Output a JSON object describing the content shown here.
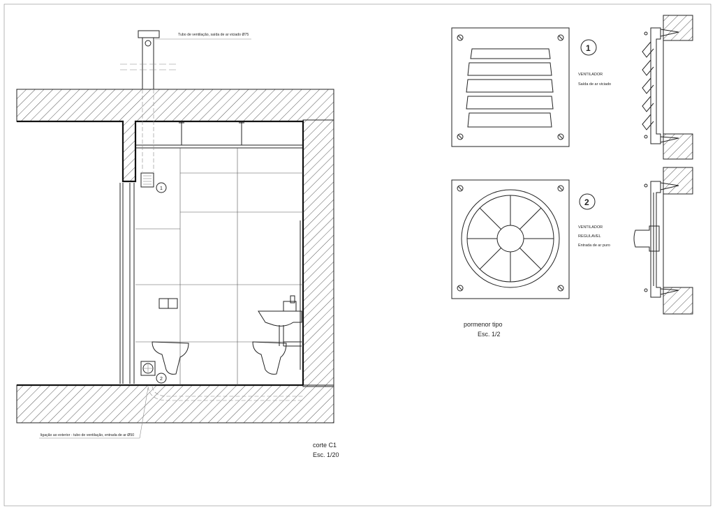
{
  "drawing": {
    "section": {
      "callout_top": "Tubo de ventilação, saída de ar viciado Ø75",
      "callout_bottom": "ligação ao exterior - tubo de ventilação, entrada de ar Ø50",
      "marker_1": "1",
      "marker_2": "2",
      "title": "corte C1",
      "scale": "Esc. 1/20"
    },
    "detail_1": {
      "number": "1",
      "label_line1": "VENTILADOR",
      "label_line2": "Saída de ar viciado"
    },
    "detail_2": {
      "number": "2",
      "label_line1": "VENTILADOR",
      "label_line2": "REGULAVEL",
      "label_line3": "Entrada de ar puro"
    },
    "detail_caption": {
      "title": "pormenor tipo",
      "scale": "Esc. 1/2"
    }
  }
}
